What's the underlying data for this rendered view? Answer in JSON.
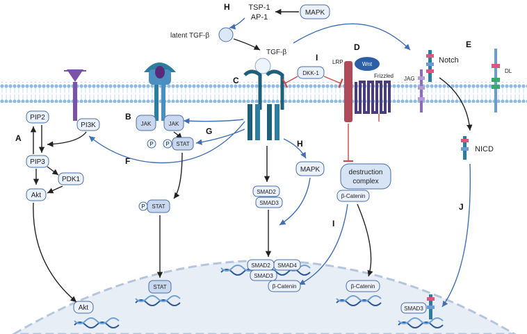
{
  "letters": {
    "A": "A",
    "B": "B",
    "C": "C",
    "D": "D",
    "E": "E",
    "F": "F",
    "G": "G",
    "H1": "H",
    "H2": "H",
    "I1": "I",
    "I2": "I",
    "J": "J"
  },
  "labels": {
    "tsp1": "TSP-1",
    "ap1": "AP-1",
    "mapk_top": "MAPK",
    "latent_tgfb": "latent TGF-β",
    "tgfb": "TGF-β",
    "dkk1": "DKK-1",
    "lrp": "LRP",
    "wnt": "Wnt",
    "frizzled": "Frizzled",
    "notch": "Notch",
    "jag": "JAG",
    "dl": "DL",
    "pip2": "PIP2",
    "pi3k": "PI3K",
    "pip3": "PIP3",
    "pdk1": "PDK1",
    "akt": "Akt",
    "akt_nuc": "Akt",
    "jak_left": "JAK",
    "jak_right": "JAK",
    "p1": "P",
    "p2": "P",
    "stat": "STAT",
    "p_cyto": "P",
    "stat_cyto": "STAT",
    "stat_nuc": "STAT",
    "smad2": "SMAD2",
    "smad3": "SMAD3",
    "mapk_mid": "MAPK",
    "destruction": "destruction",
    "complex": "complex",
    "bcat_cyto": "β-Catenin",
    "nicd": "NICD",
    "smad2_nuc": "SMAD2",
    "smad4_nuc": "SMAD4",
    "smad3_nuc": "SMAD3",
    "bcat_nuc1": "β-Catenin",
    "bcat_nuc2": "β-Catenin",
    "smad3_nuc2": "SMAD3"
  },
  "colors": {
    "membrane": "#9ec4e6",
    "nucleus": "#e8eef6",
    "arrow_blue": "#3f6fb5",
    "inhibit_red": "#c94a4a",
    "receptor_dark": "#1e5f7a",
    "frizzled": "#4a3d7a",
    "lrp": "#b04a5a"
  }
}
